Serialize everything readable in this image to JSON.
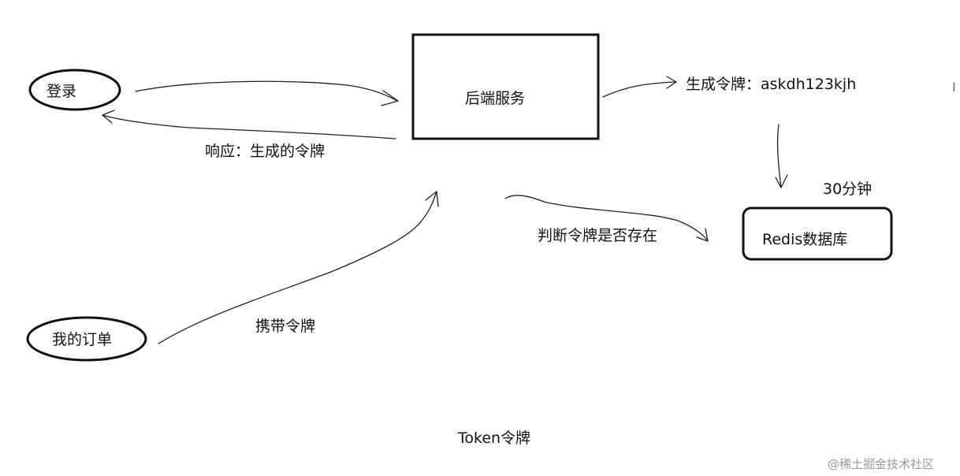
{
  "nodes": {
    "login": "登录",
    "backend": "后端服务",
    "my_orders": "我的订单",
    "redis": "Redis数据库"
  },
  "labels": {
    "response": "响应：生成的令牌",
    "generate_token": "生成令牌：askdh123kjh",
    "expiry": "30分钟",
    "check_token": "判断令牌是否存在",
    "carry_token": "携带令牌"
  },
  "caption": "Token令牌",
  "watermark": "@稀土掘金技术社区",
  "cursor_glyph": "I"
}
